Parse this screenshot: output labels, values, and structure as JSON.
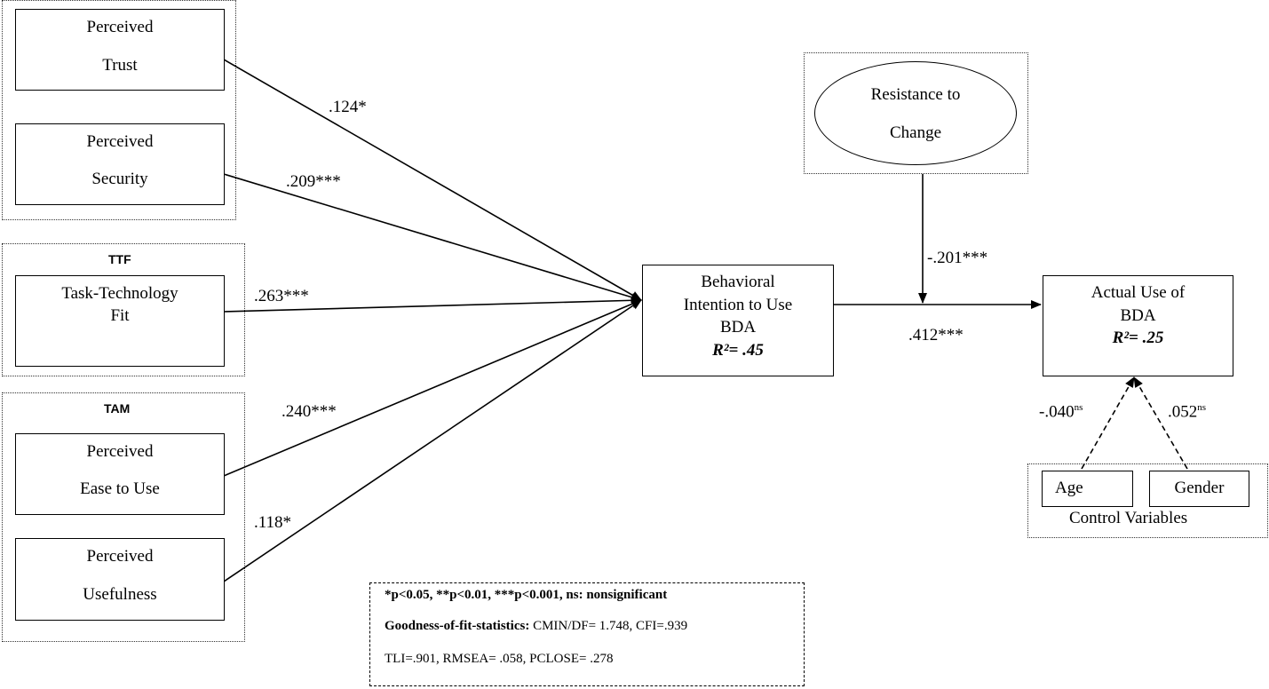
{
  "constructs": {
    "perceived_trust": [
      "Perceived",
      "Trust"
    ],
    "perceived_security": [
      "Perceived",
      "Security"
    ],
    "ttf_title": "TTF",
    "task_technology_fit": [
      "Task-Technology",
      "Fit"
    ],
    "tam_title": "TAM",
    "perceived_ease": [
      "Perceived",
      "Ease to Use"
    ],
    "perceived_usefulness": [
      "Perceived",
      "Usefulness"
    ],
    "resistance": [
      "Resistance to",
      "Change"
    ],
    "behavioral_intention": [
      "Behavioral",
      "Intention to Use",
      "BDA"
    ],
    "behavioral_r2": "R²= .45",
    "actual_use": [
      "Actual Use of",
      "BDA"
    ],
    "actual_r2": "R²= .25",
    "age": "Age",
    "gender": "Gender",
    "control_variables": "Control Variables"
  },
  "coefficients": {
    "trust": ".124*",
    "security": ".209***",
    "ttf": ".263***",
    "ease": ".240***",
    "usefulness": ".118*",
    "resistance": "-.201***",
    "intention_use": ".412***",
    "age": "-.040",
    "gender": ".052",
    "ns": "ns"
  },
  "note": {
    "line1": "*p<0.05, **p<0.01, ***p<0.001, ns: nonsignificant",
    "line2_bold": "Goodness-of-fit-statistics:",
    "line2_rest": " CMIN/DF= 1.748, CFI=.939",
    "line3": "TLI=.901, RMSEA= .058, PCLOSE= .278"
  }
}
